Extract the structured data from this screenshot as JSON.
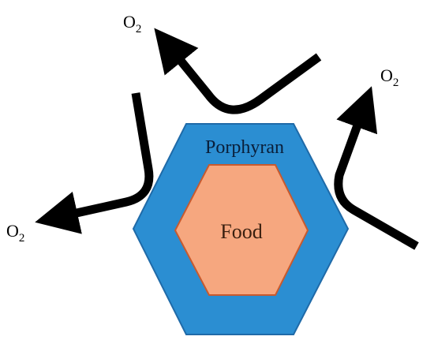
{
  "labels": {
    "outer_coating": "Porphyran",
    "inner_core": "Food",
    "oxygen_symbol": "O",
    "oxygen_subscript": "2"
  },
  "colors": {
    "outer_fill": "#2b8ed2",
    "outer_stroke": "#1f6aa8",
    "inner_fill": "#f6a77f",
    "inner_stroke": "#c85a2e",
    "arrow": "#000000"
  },
  "oxygen_arrow_count": 3
}
